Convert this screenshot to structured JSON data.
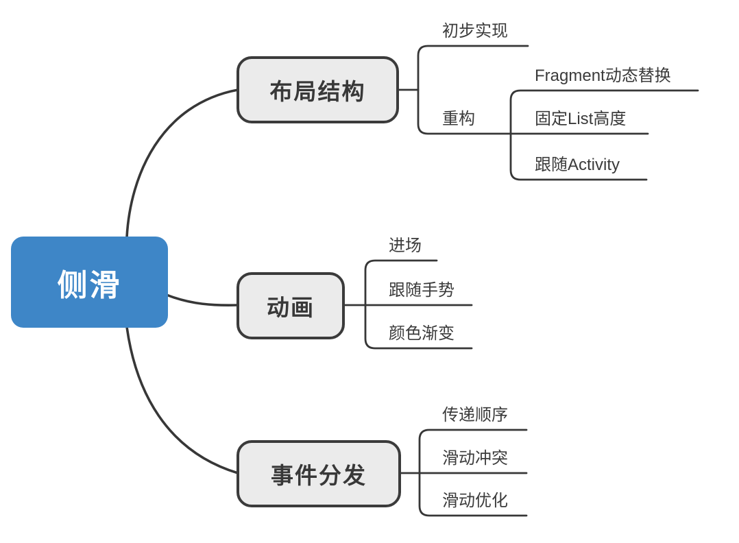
{
  "colors": {
    "root_fill": "#3e86c7",
    "root_text": "#ffffff",
    "branch_fill": "#ebebeb",
    "branch_border": "#3b3b3b",
    "line": "#373737",
    "leaf_text": "#3b3b3b",
    "background": "#ffffff"
  },
  "mindmap": {
    "root": {
      "label": "侧滑"
    },
    "branches": [
      {
        "label": "布局结构",
        "children": [
          {
            "label": "初步实现",
            "children": []
          },
          {
            "label": "重构",
            "children": [
              {
                "label": "Fragment动态替换"
              },
              {
                "label": "固定List高度"
              },
              {
                "label": "跟随Activity"
              }
            ]
          }
        ]
      },
      {
        "label": "动画",
        "children": [
          {
            "label": "进场"
          },
          {
            "label": "跟随手势"
          },
          {
            "label": "颜色渐变"
          }
        ]
      },
      {
        "label": "事件分发",
        "children": [
          {
            "label": "传递顺序"
          },
          {
            "label": "滑动冲突"
          },
          {
            "label": "滑动优化"
          }
        ]
      }
    ]
  }
}
